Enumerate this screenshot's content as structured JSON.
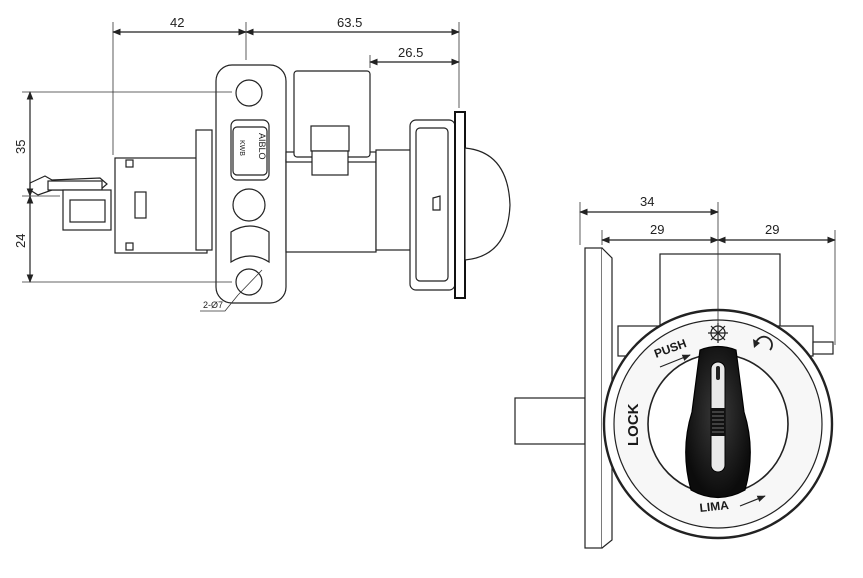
{
  "dimensions": {
    "width_left": "42",
    "width_right": "63.5",
    "front_depth": "26.5",
    "height_upper": "35",
    "height_lower": "24",
    "hole_note": "2-Ø7",
    "front_width": "34",
    "front_left": "29",
    "front_right": "29"
  },
  "knob_labels": {
    "push": "PUSH",
    "lock": "LOCK",
    "lima": "LIMA"
  },
  "side_labels": {
    "block_text_1": "AIBLO",
    "block_text_2": "KWB"
  }
}
